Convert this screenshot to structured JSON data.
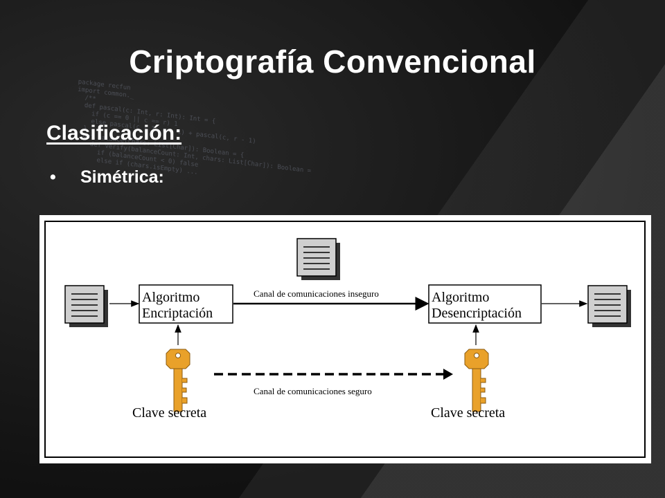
{
  "slide": {
    "title": "Criptografía Convencional",
    "subtitle": "Clasificación:",
    "bullet_symbol": "•",
    "bullet_text": "Simétrica:"
  },
  "diagram": {
    "encrypt_label_line1": "Algoritmo",
    "encrypt_label_line2": "Encriptación",
    "decrypt_label_line1": "Algoritmo",
    "decrypt_label_line2": "Desencriptación",
    "insecure_channel": "Canal de comunicaciones inseguro",
    "secure_channel": "Canal de comunicaciones seguro",
    "key_label_left": "Clave secreta",
    "key_label_right": "Clave secreta",
    "key_color": "#e9a12a",
    "document_icon": "document-icon",
    "key_icon": "key-icon"
  }
}
